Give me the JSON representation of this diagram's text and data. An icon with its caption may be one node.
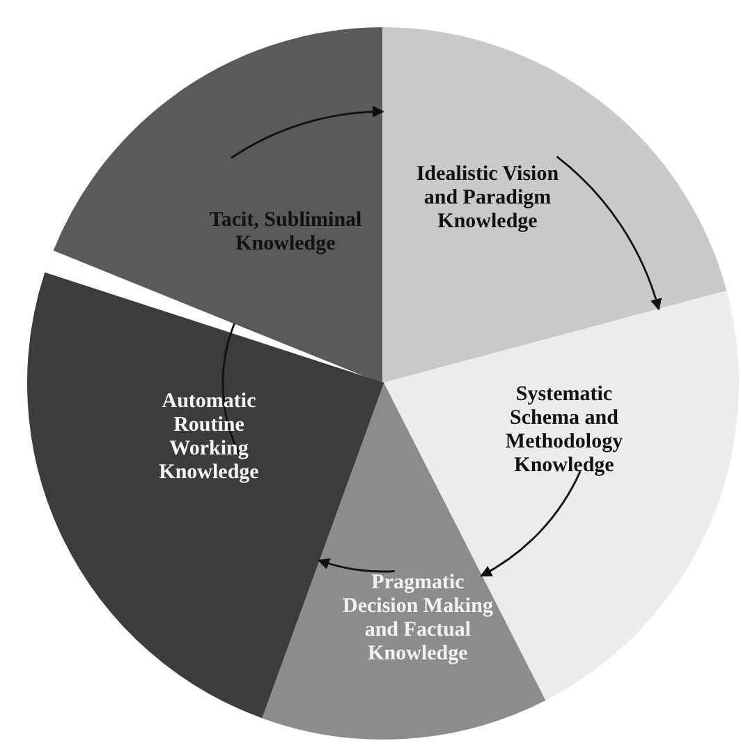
{
  "diagram": {
    "nodes": [
      {
        "text": [
          "Tacit, Subliminal Knowledge"
        ]
      },
      {
        "text": [
          "Idealistic Vision and Paradigm Knowledge"
        ]
      },
      {
        "text": [
          "Systematic Schema and Methodology Knowledge"
        ]
      },
      {
        "text": [
          "Pragmatic Decision Making and Factual Knowledge"
        ]
      },
      {
        "text": [
          "Automatic Routine Working Knowledge"
        ]
      }
    ],
    "edges": [
      {
        "from": 0,
        "to": 1,
        "arrow": "to"
      },
      {
        "from": 1,
        "to": 2,
        "arrow": "to"
      },
      {
        "from": 2,
        "to": 3,
        "arrow": "to"
      },
      {
        "from": 3,
        "to": 4,
        "arrow": "to"
      },
      {
        "from": 4,
        "to": 0,
        "arrow": "none"
      }
    ]
  }
}
